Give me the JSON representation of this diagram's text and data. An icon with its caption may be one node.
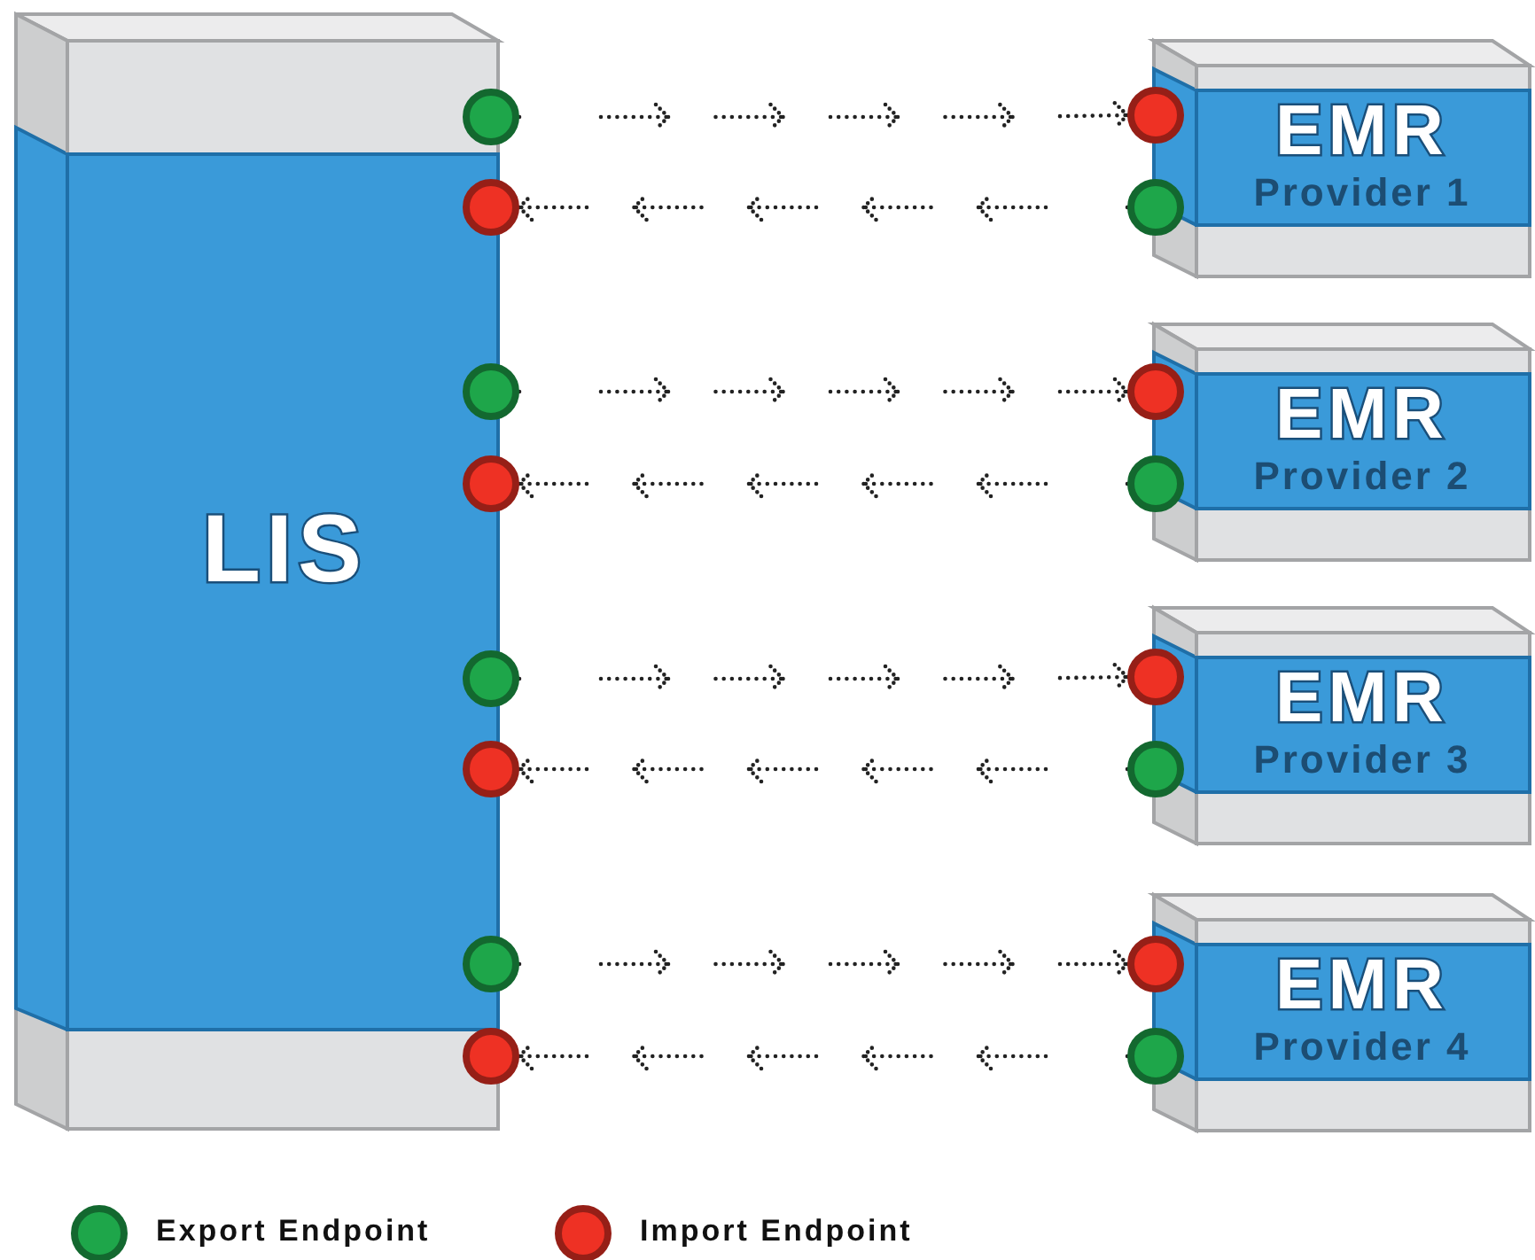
{
  "diagram": {
    "nodes": [
      {
        "text": [
          "LIS"
        ]
      },
      {
        "text": [
          "EMR",
          "Provider 1"
        ]
      },
      {
        "text": [
          "EMR",
          "Provider 2"
        ]
      },
      {
        "text": [
          "EMR",
          "Provider 3"
        ]
      },
      {
        "text": [
          "EMR",
          "Provider 4"
        ]
      },
      {
        "text": [],
        "shape": "circle"
      },
      {
        "text": [],
        "shape": "circle"
      },
      {
        "text": [],
        "shape": "circle"
      },
      {
        "text": [],
        "shape": "circle"
      },
      {
        "text": [],
        "shape": "circle"
      },
      {
        "text": [],
        "shape": "circle"
      },
      {
        "text": [],
        "shape": "circle"
      },
      {
        "text": [],
        "shape": "circle"
      },
      {
        "text": [],
        "shape": "circle"
      },
      {
        "text": [],
        "shape": "circle"
      },
      {
        "text": [],
        "shape": "circle"
      },
      {
        "text": [],
        "shape": "circle"
      },
      {
        "text": [],
        "shape": "circle"
      },
      {
        "text": [],
        "shape": "circle"
      },
      {
        "text": [],
        "shape": "circle"
      },
      {
        "text": [],
        "shape": "circle"
      }
    ],
    "edges": [
      {
        "from": 5,
        "to": 13,
        "arrow": "to"
      },
      {
        "from": 14,
        "to": 6,
        "arrow": "to"
      },
      {
        "from": 7,
        "to": 15,
        "arrow": "to"
      },
      {
        "from": 16,
        "to": 8,
        "arrow": "to"
      },
      {
        "from": 9,
        "to": 17,
        "arrow": "to"
      },
      {
        "from": 18,
        "to": 10,
        "arrow": "to"
      },
      {
        "from": 11,
        "to": 19,
        "arrow": "to"
      },
      {
        "from": 20,
        "to": 12,
        "arrow": "to"
      }
    ],
    "legend": [
      {
        "text": "Export Endpoint",
        "color": "#1ea64a"
      },
      {
        "text": "Import Endpoint",
        "color": "#ee3124"
      }
    ]
  }
}
